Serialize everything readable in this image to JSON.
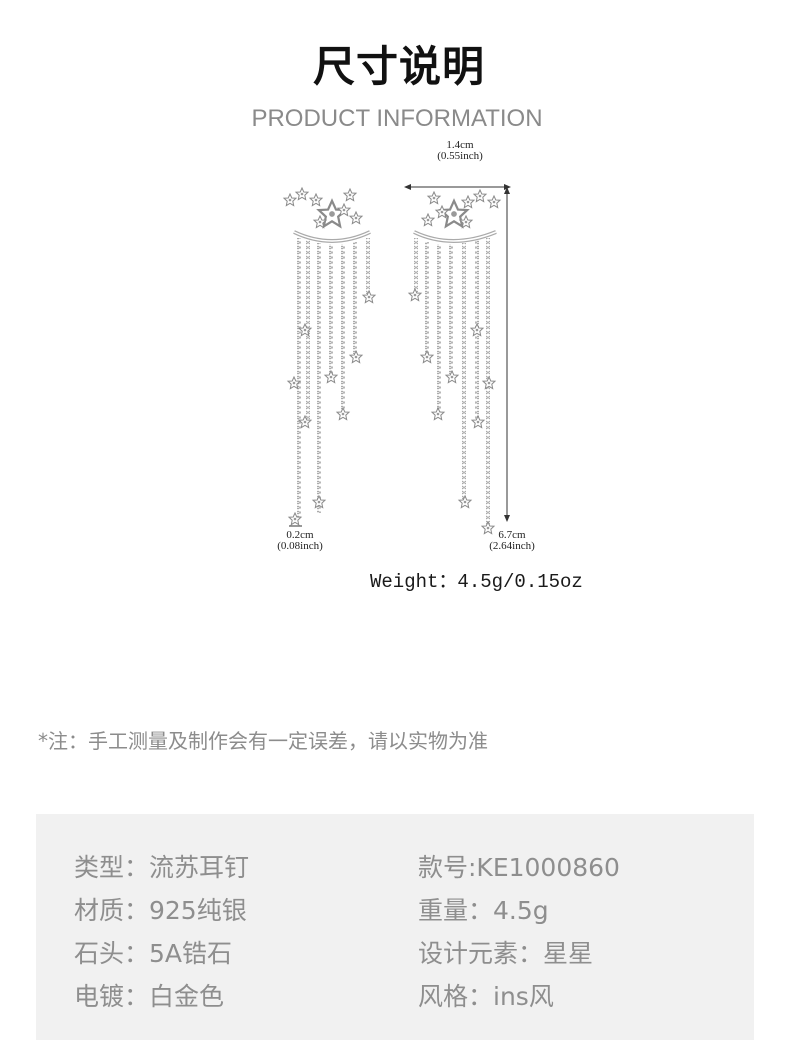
{
  "header": {
    "title": "尺寸说明",
    "subtitle": "PRODUCT INFORMATION"
  },
  "figure": {
    "subject": "star tassel earrings (pair)",
    "width_label": "1.4cm",
    "width_label_inch": "(0.55inch)",
    "pendant_label": "0.2cm",
    "pendant_label_inch": "(0.08inch)",
    "length_label": "6.7cm",
    "length_label_inch": "(2.64inch)",
    "weight": "Weight：4.5g/0.15oz",
    "line_color": "#333333",
    "metal_color": "#b8b8b8"
  },
  "note": "*注：手工测量及制作会有一定误差，请以实物为准",
  "specs": {
    "background": "#f1f1f1",
    "text_color": "#8e8e8e",
    "left": [
      "类型：流苏耳钉",
      "材质：925纯银",
      "石头：5A锆石",
      "电镀：白金色"
    ],
    "right": [
      "款号:KE1000860",
      "重量：4.5g",
      "设计元素：星星",
      "风格：ins风"
    ]
  }
}
